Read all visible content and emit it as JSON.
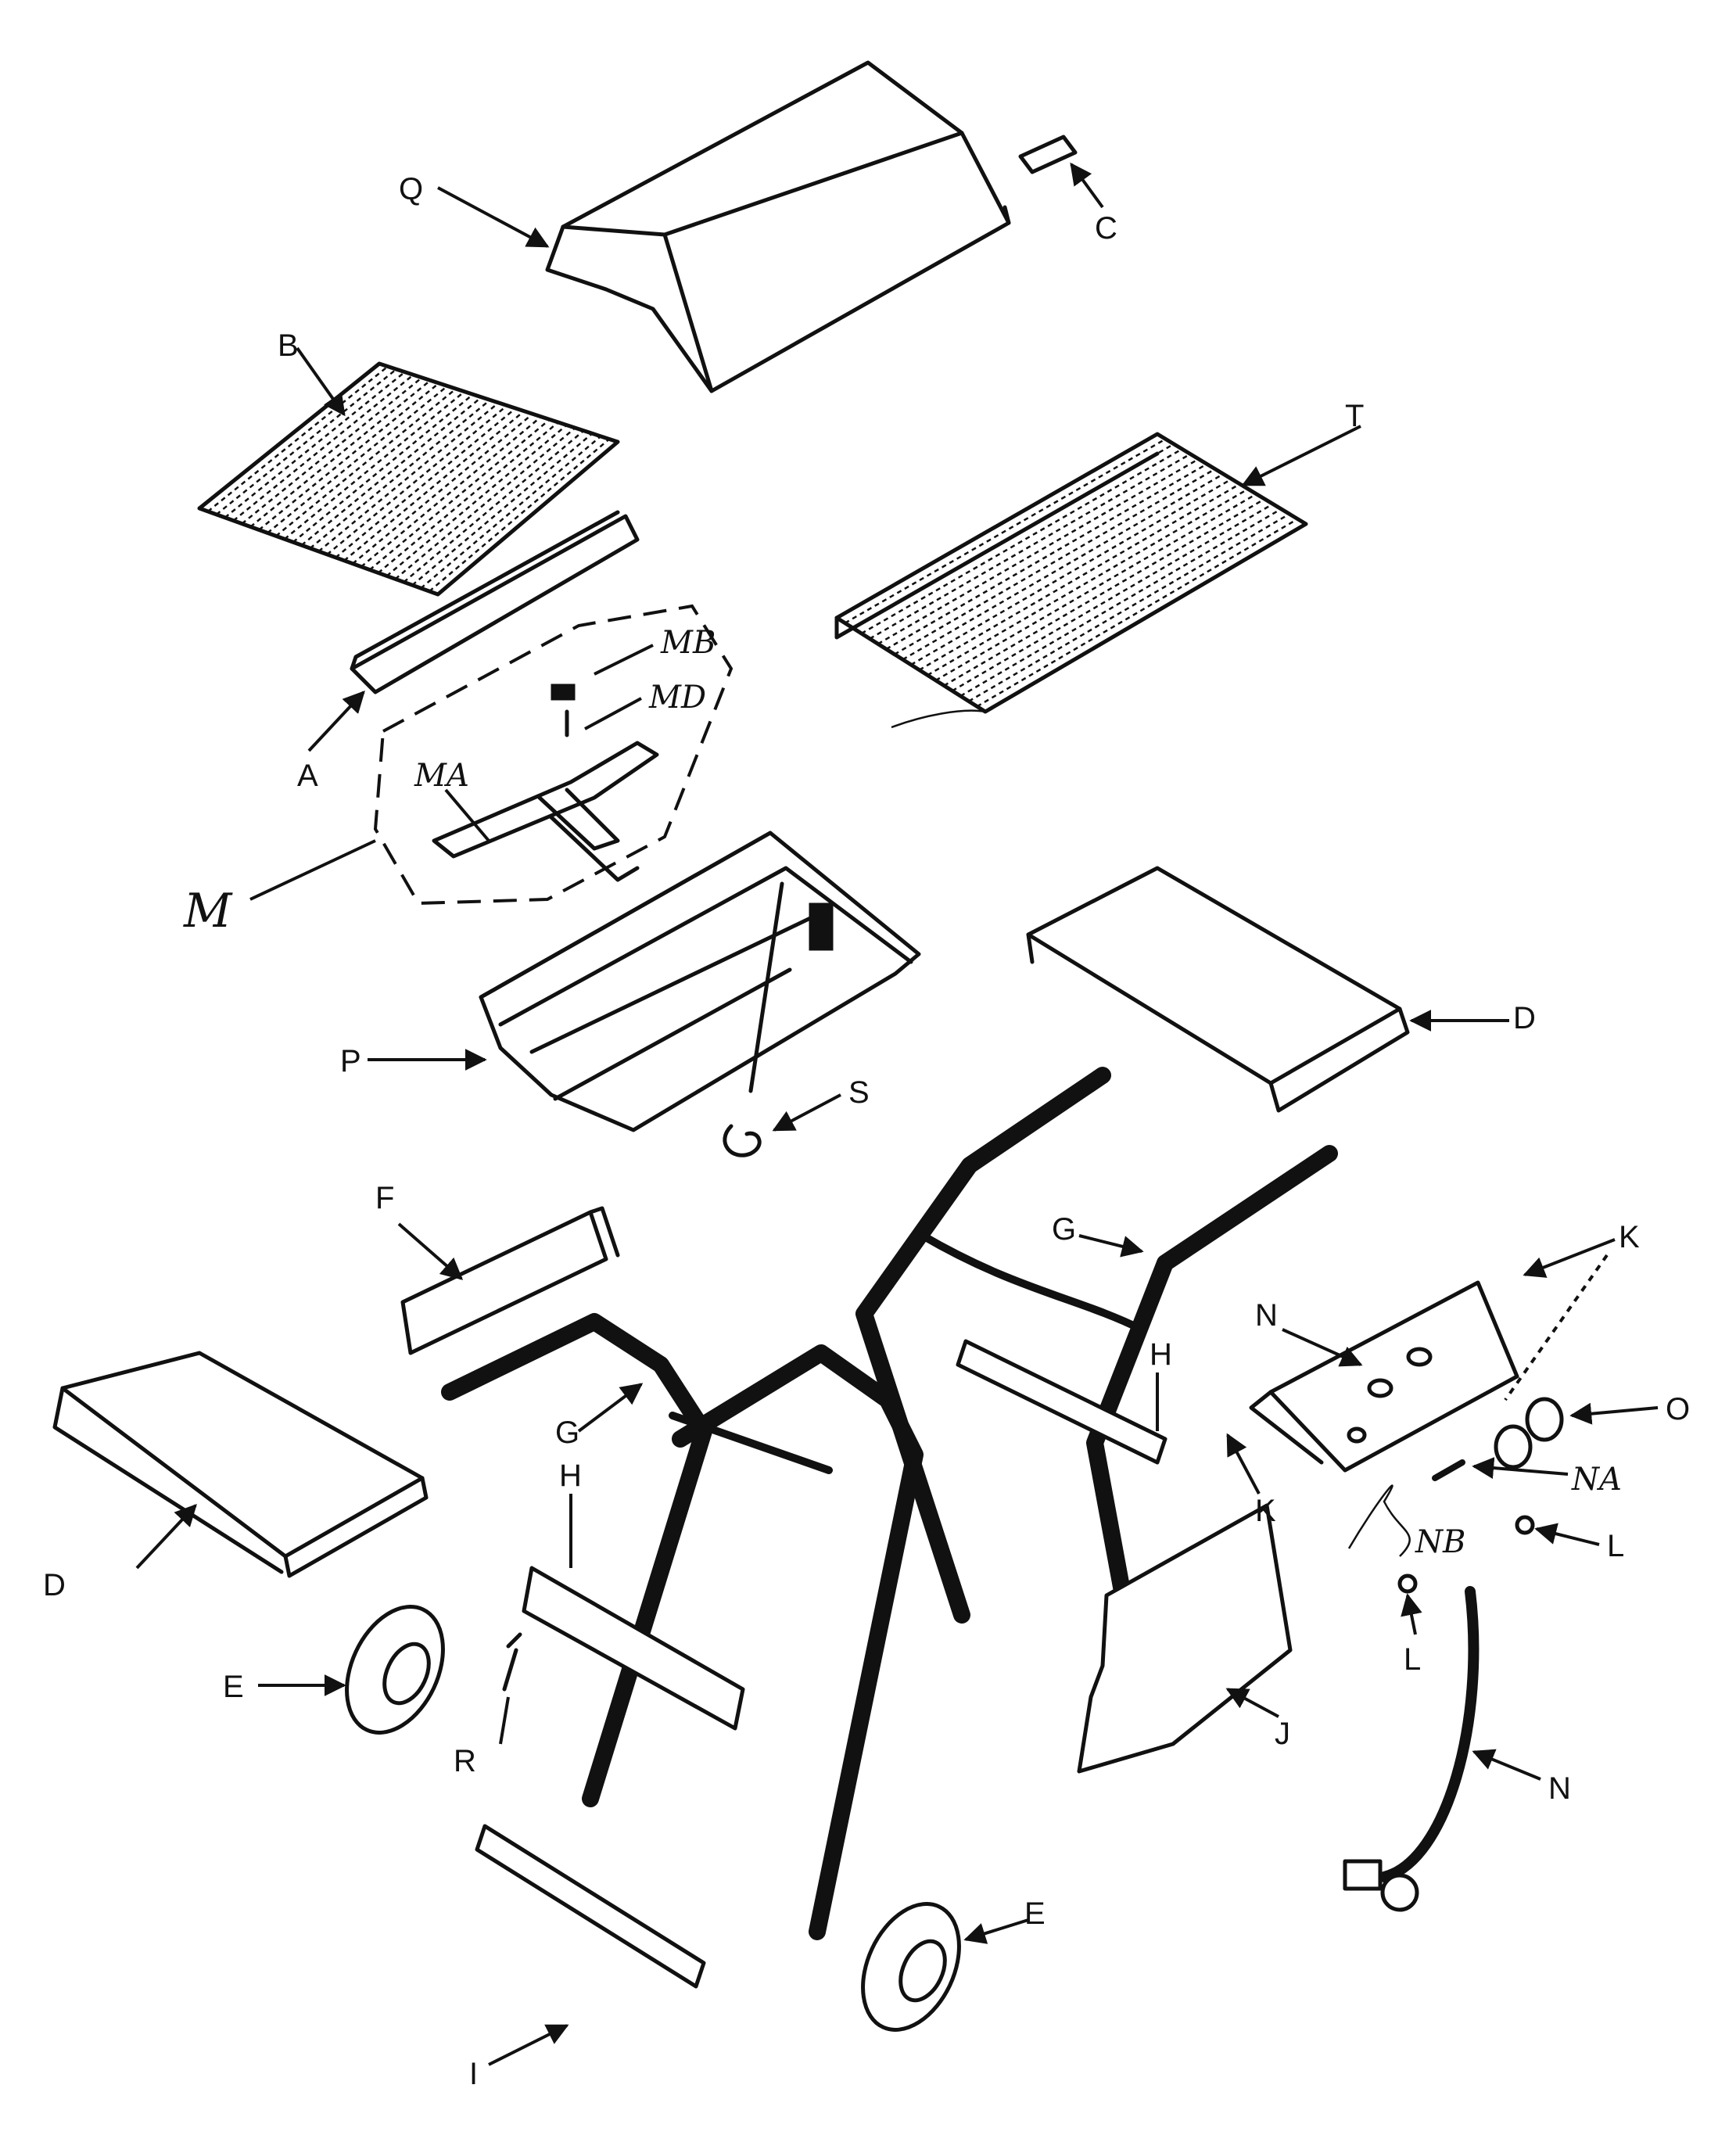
{
  "labels": {
    "Q": "Q",
    "C": "C",
    "B": "B",
    "T": "T",
    "MB": "MB",
    "MD": "MD",
    "MA": "MA",
    "A": "A",
    "M": "M",
    "P": "P",
    "S": "S",
    "D_right": "D",
    "F": "F",
    "G_left": "G",
    "G_right": "G",
    "H_left": "H",
    "H_right": "H",
    "K_top": "K",
    "K_mid": "K",
    "N_top": "N",
    "N_bottom": "N",
    "O": "O",
    "NA": "NA",
    "NB": "NB",
    "L_right": "L",
    "L_left": "L",
    "D_left": "D",
    "E_left": "E",
    "E_right": "E",
    "R": "R",
    "J": "J",
    "I": "I"
  }
}
